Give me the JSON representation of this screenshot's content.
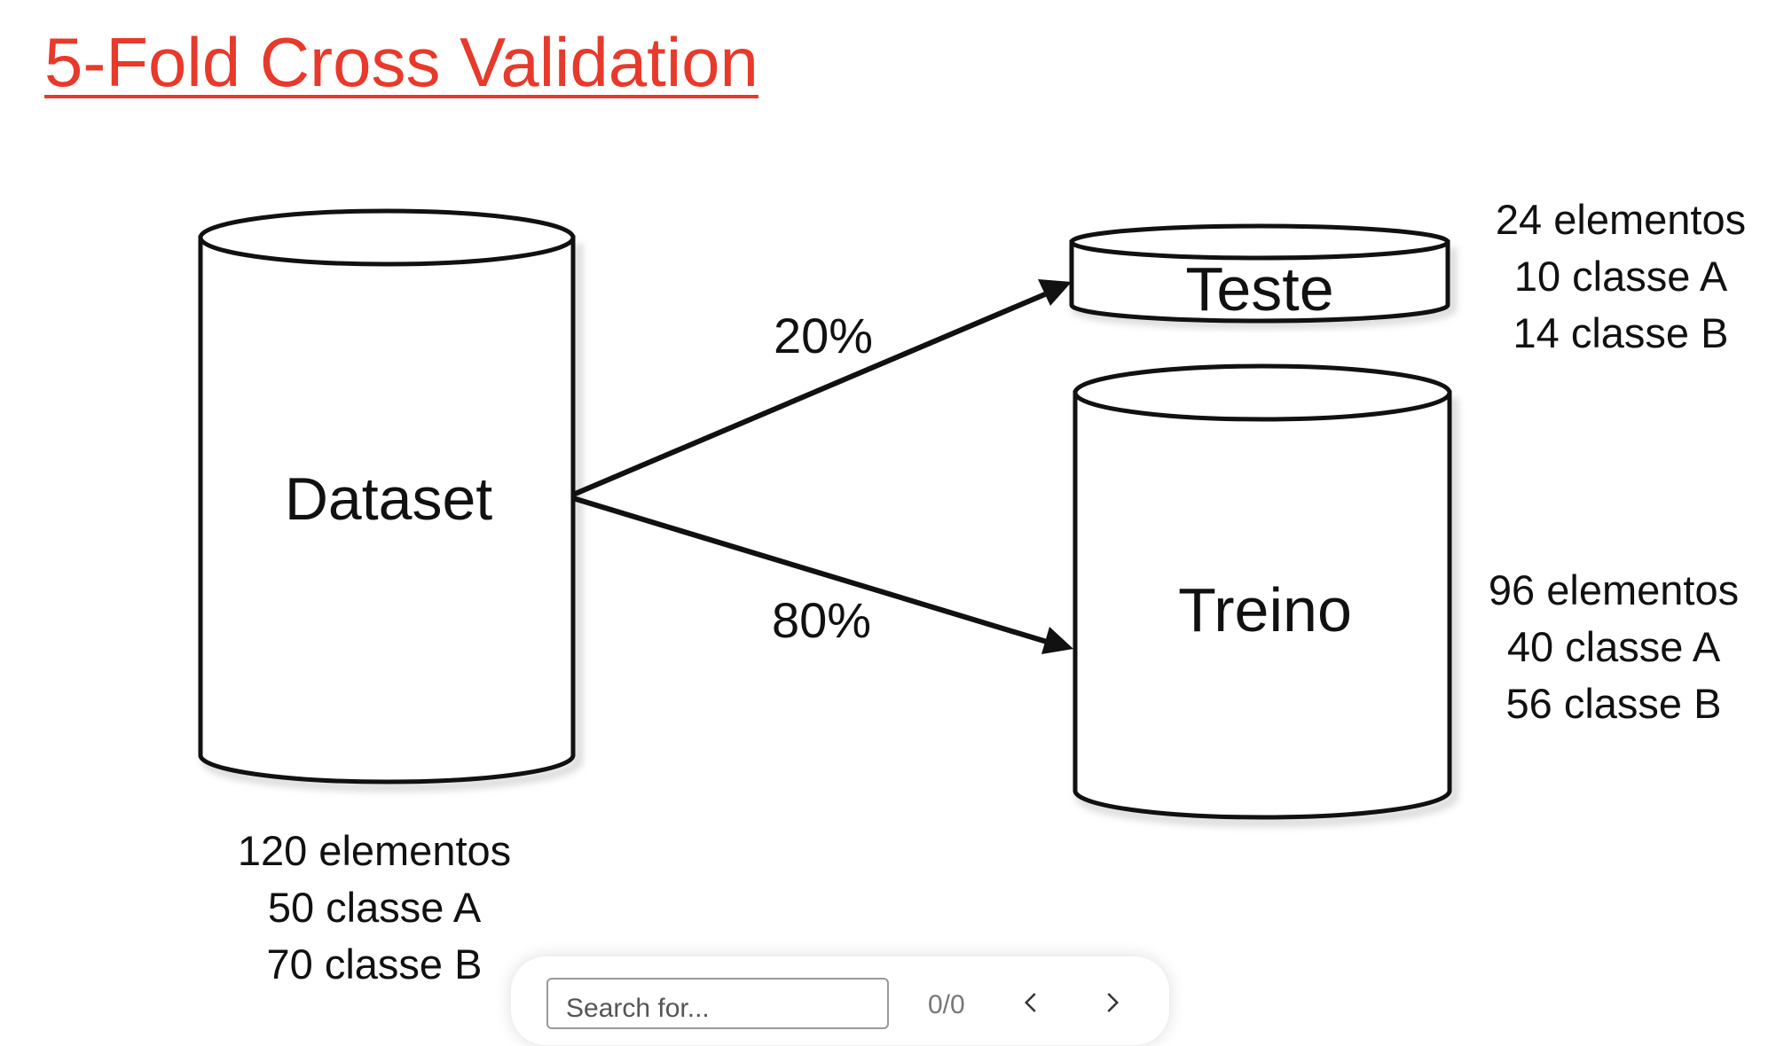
{
  "title": "5-Fold Cross Validation",
  "colors": {
    "title": "#e8392a",
    "stroke": "#111111"
  },
  "nodes": {
    "dataset": {
      "label": "Dataset"
    },
    "teste": {
      "label": "Teste"
    },
    "treino": {
      "label": "Treino"
    }
  },
  "edges": {
    "to_teste": {
      "label": "20%"
    },
    "to_treino": {
      "label": "80%"
    }
  },
  "stats": {
    "dataset": [
      "120 elementos",
      "50 classe A",
      "70 classe B"
    ],
    "teste": [
      "24 elementos",
      "10 classe A",
      "14 classe B"
    ],
    "treino": [
      "96 elementos",
      "40 classe A",
      "56 classe B"
    ]
  },
  "search": {
    "placeholder": "Search for...",
    "count": "0/0",
    "prev_icon": "chevron-left-icon",
    "next_icon": "chevron-right-icon"
  }
}
